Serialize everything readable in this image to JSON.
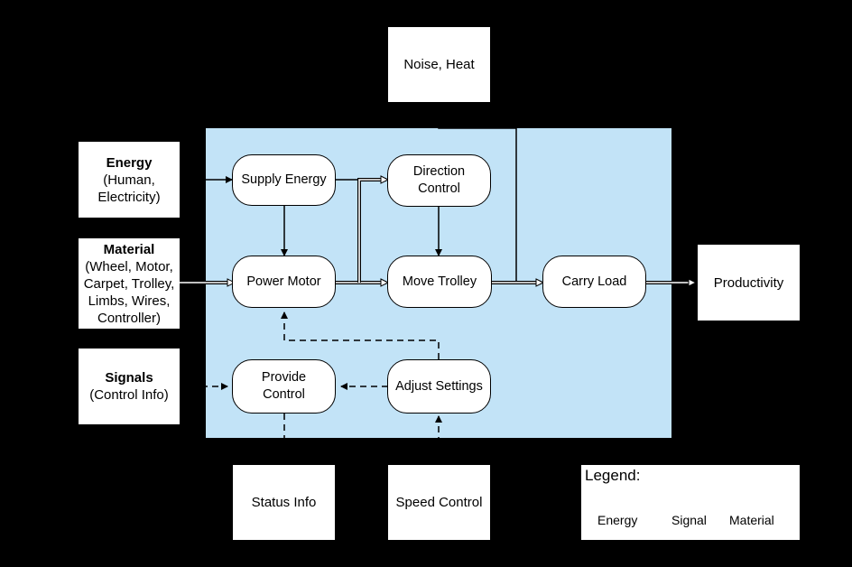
{
  "external": {
    "noise_heat": "Noise, Heat",
    "energy_title": "Energy",
    "energy_sub1": "(Human,",
    "energy_sub2": "Electricity)",
    "material_title": "Material",
    "material_sub1": "(Wheel, Motor,",
    "material_sub2": "Carpet, Trolley,",
    "material_sub3": "Limbs, Wires,",
    "material_sub4": "Controller)",
    "signals_title": "Signals",
    "signals_sub": "(Control Info)",
    "productivity": "Productivity",
    "status_info": "Status Info",
    "speed_control": "Speed Control"
  },
  "functions": {
    "supply_energy": "Supply Energy",
    "direction_control_1": "Direction",
    "direction_control_2": "Control",
    "power_motor": "Power Motor",
    "move_trolley": "Move Trolley",
    "carry_load": "Carry Load",
    "provide_control_1": "Provide",
    "provide_control_2": "Control",
    "adjust_settings": "Adjust Settings"
  },
  "legend": {
    "title": "Legend:",
    "energy": "Energy",
    "signal": "Signal",
    "material": "Material"
  },
  "colors": {
    "background": "#000000",
    "system_boundary": "#c2e3f7",
    "box": "#ffffff"
  }
}
